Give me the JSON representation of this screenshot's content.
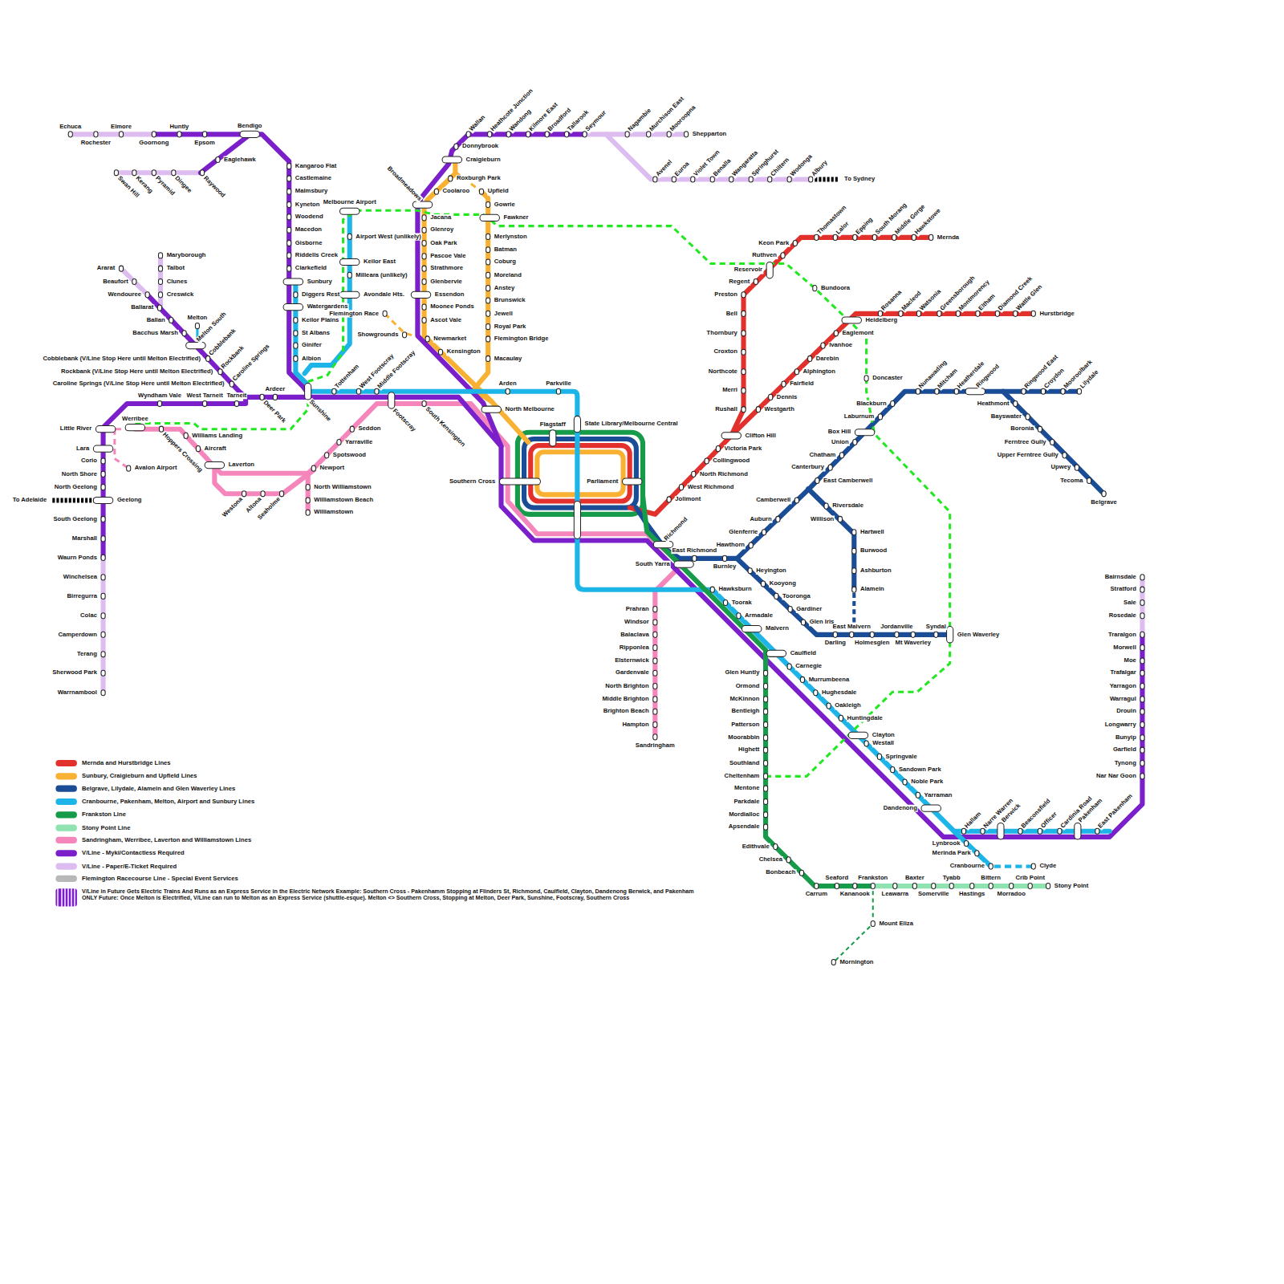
{
  "diagram": {
    "labels": [
      "Echuca",
      "Rochester",
      "Elmore",
      "Goornong",
      "Huntly",
      "Epsom",
      "Bendigo",
      "Eaglehawk",
      "Raywood",
      "Dingee",
      "Pyramid",
      "Kerang",
      "Swan Hill",
      "Kangaroo Flat",
      "Castlemaine",
      "Malmsbury",
      "Kyneton",
      "Woodend",
      "Macedon",
      "Gisborne",
      "Riddells Creek",
      "Clarkefield",
      "Sunbury",
      "Diggers Rest",
      "Watergardens",
      "Keilor Plains",
      "St Albans",
      "Ginifer",
      "Albion",
      "Maryborough",
      "Talbot",
      "Clunes",
      "Creswick",
      "Ararat",
      "Beaufort",
      "Wendouree",
      "Ballarat",
      "Ballan",
      "Bacchus Marsh",
      "Melton",
      "Melton South",
      "Cobblebank",
      "Rockbank",
      "Caroline Springs",
      "Cobblebank (V/Line Stop Here until Melton Electrified)",
      "Rockbank (V/Line Stop Here until Melton Electrified)",
      "Caroline Springs (V/Line Stop Here until Melton Electrified)",
      "Ardeer",
      "Deer Park",
      "Wyndham Vale",
      "West Tarneit",
      "Tarneit",
      "Little River",
      "Lara",
      "Corio",
      "North Shore",
      "North Geelong",
      "Geelong",
      "To Adelaide",
      "South Geelong",
      "Marshall",
      "Waurn Ponds",
      "Winchelsea",
      "Birregurra",
      "Colac",
      "Camperdown",
      "Terang",
      "Sherwood Park",
      "Warrnambool",
      "Werribee",
      "Hoppers Crossing",
      "Williams Landing",
      "Aircraft",
      "Avalon Airport",
      "Laverton",
      "Westona",
      "Altona",
      "Seaholme",
      "Newport",
      "Spotswood",
      "Yarraville",
      "Seddon",
      "North Williamstown",
      "Williamstown Beach",
      "Williamstown",
      "Sunshine",
      "Tottenham",
      "West Footscray",
      "Middle Footscray",
      "Footscray",
      "South Kensington",
      "Melbourne Airport",
      "Airport West (unlikely)",
      "Keilor East",
      "Milleara (unlikely)",
      "Avondale Hts.",
      "Wallan",
      "Heathcote Junction",
      "Wandong",
      "Kilmore East",
      "Broadford",
      "Tallarook",
      "Seymour",
      "Nagambie",
      "Murchison East",
      "Mooroopna",
      "Shepparton",
      "Avenel",
      "Euroa",
      "Violet Town",
      "Benalla",
      "Wangaratta",
      "Springhurst",
      "Chiltern",
      "Wodonga",
      "Albury",
      "To Sydney",
      "Donnybrook",
      "Craigieburn",
      "Roxburgh Park",
      "Coolaroo",
      "Broadmeadows",
      "Jacana",
      "Glenroy",
      "Oak Park",
      "Pascoe Vale",
      "Strathmore",
      "Glenbervie",
      "Essendon",
      "Moonee Ponds",
      "Ascot Vale",
      "Newmarket",
      "Kensington",
      "Flemington Race",
      "Showgrounds",
      "Upfield",
      "Gowrie",
      "Fawkner",
      "Merlynston",
      "Batman",
      "Coburg",
      "Moreland",
      "Anstey",
      "Brunswick",
      "Jewell",
      "Royal Park",
      "Flemington Bridge",
      "Macaulay",
      "North Melbourne",
      "Arden",
      "Parkville",
      "Flagstaff",
      "State Library/Melbourne Central",
      "Southern Cross",
      "Parliament",
      "Jolimont",
      "West Richmond",
      "North Richmond",
      "Collingwood",
      "Victoria Park",
      "Clifton Hill",
      "Rushall",
      "Merri",
      "Northcote",
      "Croxton",
      "Thornbury",
      "Bell",
      "Preston",
      "Regent",
      "Reservoir",
      "Ruthven",
      "Keon Park",
      "Thomastown",
      "Lalor",
      "Epping",
      "South Morang",
      "Middle Gorge",
      "Hawkstowe",
      "Mernda",
      "Bundoora",
      "Westgarth",
      "Dennis",
      "Fairfield",
      "Alphington",
      "Darebin",
      "Ivanhoe",
      "Eaglemont",
      "Heidelberg",
      "Rosanna",
      "Macleod",
      "Watsonia",
      "Greensborough",
      "Montmorency",
      "Eltham",
      "Diamond Creek",
      "Wattle Glen",
      "Hurstbridge",
      "Doncaster",
      "Blackburn",
      "Laburnum",
      "Box Hill",
      "Union",
      "Chatham",
      "Canterbury",
      "East Camberwell",
      "Camberwell",
      "Riversdale",
      "Willison",
      "Hartwell",
      "Burwood",
      "Ashburton",
      "Alamein",
      "Auburn",
      "Glenferrie",
      "Hawthorn",
      "Nunawading",
      "Mitcham",
      "Heatherdale",
      "Ringwood",
      "Ringwood East",
      "Croydon",
      "Mooroolbark",
      "Lilydale",
      "Heathmont",
      "Bayswater",
      "Boronia",
      "Ferntree Gully",
      "Upper Ferntree Gully",
      "Upwey",
      "Tecoma",
      "Belgrave",
      "Richmond",
      "East Richmond",
      "Burnley",
      "South Yarra",
      "Heyington",
      "Kooyong",
      "Tooronga",
      "Gardiner",
      "Glen Iris",
      "Darling",
      "East Malvern",
      "Holmesglen",
      "Jordanville",
      "Mt Waverley",
      "Syndal",
      "Glen Waverley",
      "Hawksburn",
      "Toorak",
      "Armadale",
      "Malvern",
      "Caulfield",
      "Carnegie",
      "Murrumbeena",
      "Hughesdale",
      "Oakleigh",
      "Huntingdale",
      "Clayton",
      "Westall",
      "Springvale",
      "Sandown Park",
      "Noble Park",
      "Yarraman",
      "Dandenong",
      "Hallam",
      "Narre Warren",
      "Berwick",
      "Beaconsfield",
      "Officer",
      "Cardinia Road",
      "Pakenham",
      "East Pakenham",
      "Lynbrook",
      "Merinda Park",
      "Cranbourne",
      "Clyde",
      "Bairnsdale",
      "Stratford",
      "Sale",
      "Rosedale",
      "Traralgon",
      "Morwell",
      "Moe",
      "Trafalgar",
      "Yarragon",
      "Warragul",
      "Drouin",
      "Longwarry",
      "Bunyip",
      "Garfield",
      "Tynong",
      "Nar Nar Goon",
      "Prahran",
      "Windsor",
      "Balaclava",
      "Ripponlea",
      "Elsternwick",
      "Gardenvale",
      "North Brighton",
      "Middle Brighton",
      "Brighton Beach",
      "Hampton",
      "Sandringham",
      "Glen Huntly",
      "Ormond",
      "McKinnon",
      "Bentleigh",
      "Patterson",
      "Moorabbin",
      "Highett",
      "Southland",
      "Cheltenham",
      "Mentone",
      "Parkdale",
      "Mordialloc",
      "Apsendale",
      "Edithvale",
      "Chelsea",
      "Bonbeach",
      "Carrum",
      "Seaford",
      "Kananook",
      "Frankston",
      "Leawarra",
      "Baxter",
      "Somerville",
      "Tyabb",
      "Hastings",
      "Bittern",
      "Morradoo",
      "Crib Point",
      "Stony Point",
      "Mount Eliza",
      "Mornington"
    ],
    "legend": [
      {
        "text": "Mernda and Hurstbridge Lines",
        "color": "#e2312c"
      },
      {
        "text": "Sunbury, Craigieburn and Upfield Lines",
        "color": "#f8b133"
      },
      {
        "text": "Belgrave, Lilydale, Alamein and Glen Waverley Lines",
        "color": "#1b4c96"
      },
      {
        "text": "Cranbourne, Pakenham, Melton, Airport and Sunbury Lines",
        "color": "#1db4e8"
      },
      {
        "text": "Frankston Line",
        "color": "#169b4a"
      },
      {
        "text": "Stony Point Line",
        "color": "#8fe3b0"
      },
      {
        "text": "Sandringham, Werribee, Laverton and Williamstown Lines",
        "color": "#f586bc"
      },
      {
        "text": "V/Line - Myki/Contactless Required",
        "color": "#7a1fc9"
      },
      {
        "text": "V/Line - Paper/E-Ticket Required",
        "color": "#ddbdf0"
      },
      {
        "text": "Flemington Racecourse Line - Special Event Services",
        "color": "#b8b8b8"
      },
      {
        "text": "V/Line in Future Gets Electric Trains And Runs as an Express Service in the Electric Network Example: Southern Cross - Pakenhamm Stopping at Flinders St, Richmond, Caulfield, Clayton, Dandenong Berwick, and Pakenham ONLY Future: Once Melton is Electrified, V/Line can run to Melton as an Express Service (shuttle-esque). Melton <> Southern Cross, Stopping at Melton, Deer Park, Sunshine, Footscray, Southern Cross"
      }
    ]
  }
}
